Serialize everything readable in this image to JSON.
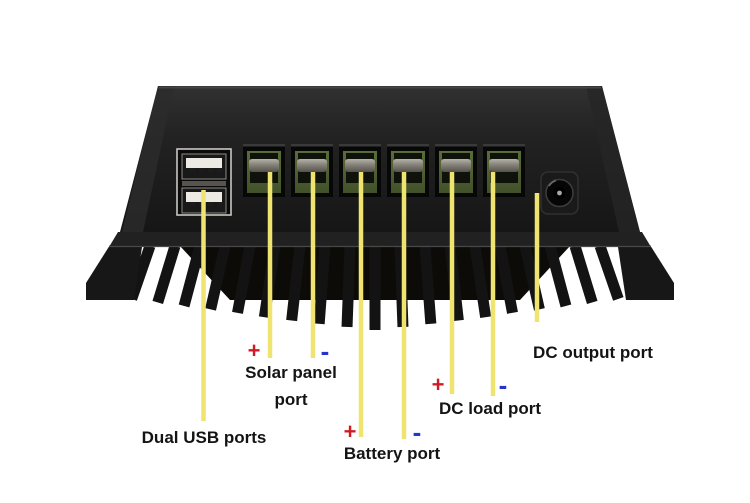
{
  "annotations": {
    "dual_usb": {
      "label": "Dual USB ports"
    },
    "solar_panel": {
      "plus": "+",
      "minus": "-",
      "label_line1": "Solar panel",
      "label_line2": "port"
    },
    "battery": {
      "plus": "+",
      "minus": "-",
      "label": "Battery port"
    },
    "dc_load": {
      "plus": "+",
      "minus": "-",
      "label": "DC load port"
    },
    "dc_output": {
      "label": "DC output port"
    }
  },
  "parts": {
    "device": "solar-charge-controller-rear-panel",
    "usb": "dual-usb-a-ports",
    "terminals": [
      "terminal-solar-positive",
      "terminal-solar-negative",
      "terminal-battery-positive",
      "terminal-battery-negative",
      "terminal-load-positive",
      "terminal-load-negative"
    ],
    "dc_jack": "dc-output-barrel-jack",
    "heatsink": "heatsink-fins"
  },
  "colors": {
    "background": "#ffffff",
    "device_body": "#1d1d1d",
    "terminal_green": "#4c5e30",
    "callout_line": "#f0e470",
    "label_text": "#141414",
    "plus_sign": "#cf1c24",
    "minus_sign": "#2336c9"
  }
}
